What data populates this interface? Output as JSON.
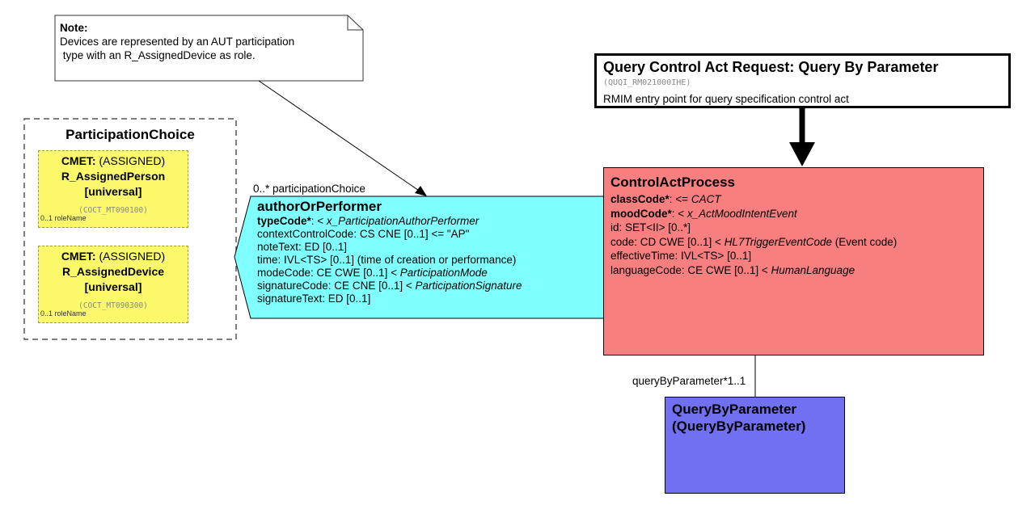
{
  "note": {
    "title": "Note:",
    "line1": "Devices are represented by an AUT participation",
    "line2": " type with an R_AssignedDevice as role."
  },
  "query_control_act": {
    "title": "Query Control Act Request: Query By Parameter",
    "id": "(QUQI_RM021000IHE)",
    "description": "RMIM entry point for query specification control act"
  },
  "participation_choice": {
    "label": "ParticipationChoice",
    "items": [
      {
        "prefix": "CMET:",
        "class": " (ASSIGNED)",
        "name": "R_AssignedPerson",
        "scope": "[universal]",
        "id": "(COCT_MT090100)",
        "role": "0..1 roleName"
      },
      {
        "prefix": "CMET:",
        "class": " (ASSIGNED)",
        "name": "R_AssignedDevice",
        "scope": "[universal]",
        "id": "(COCT_MT090300)",
        "role": "0..1 roleName"
      }
    ]
  },
  "author_or_performer": {
    "assoc_label": "0..* participationChoice",
    "title": "authorOrPerformer",
    "type_code_label": "typeCode*",
    "type_code_rest": ": < ",
    "type_code_value": "x_ParticipationAuthorPerformer",
    "context_control_code": "contextControlCode: CS CNE [0..1] <= \"AP\"",
    "note_text": "noteText: ED [0..1]",
    "time": "time: IVL<TS> [0..1] (time of creation or performance)",
    "mode_code_prefix": "modeCode: CE CWE [0..1] < ",
    "mode_code_value": "ParticipationMode",
    "signature_code_prefix": "signatureCode: CE CNE [0..1] < ",
    "signature_code_value": "ParticipationSignature",
    "signature_text": "signatureText: ED [0..1]"
  },
  "control_act_process": {
    "title": "ControlActProcess",
    "class_code_label": "classCode*",
    "class_code_rest": ": <= ",
    "class_code_value": "CACT",
    "mood_code_label": "moodCode*",
    "mood_code_rest": ": < ",
    "mood_code_value": "x_ActMoodIntentEvent",
    "id": "id: SET<II> [0..*]",
    "code_prefix": "code: CD CWE [0..1] < ",
    "code_value": "HL7TriggerEventCode",
    "code_suffix": " (Event code)",
    "effective_time": "effectiveTime: IVL<TS> [0..1]",
    "language_code_prefix": "languageCode: CE CWE [0..1] < ",
    "language_code_value": "HumanLanguage"
  },
  "query_assoc_label": "queryByParameter*1..1",
  "query_by_parameter": {
    "line1": "QueryByParameter",
    "line2": "(QueryByParameter)"
  },
  "colors": {
    "cmet": "#fbf96a",
    "participation": "#80ffff",
    "act": "#f77f7f",
    "query": "#7070f0"
  }
}
